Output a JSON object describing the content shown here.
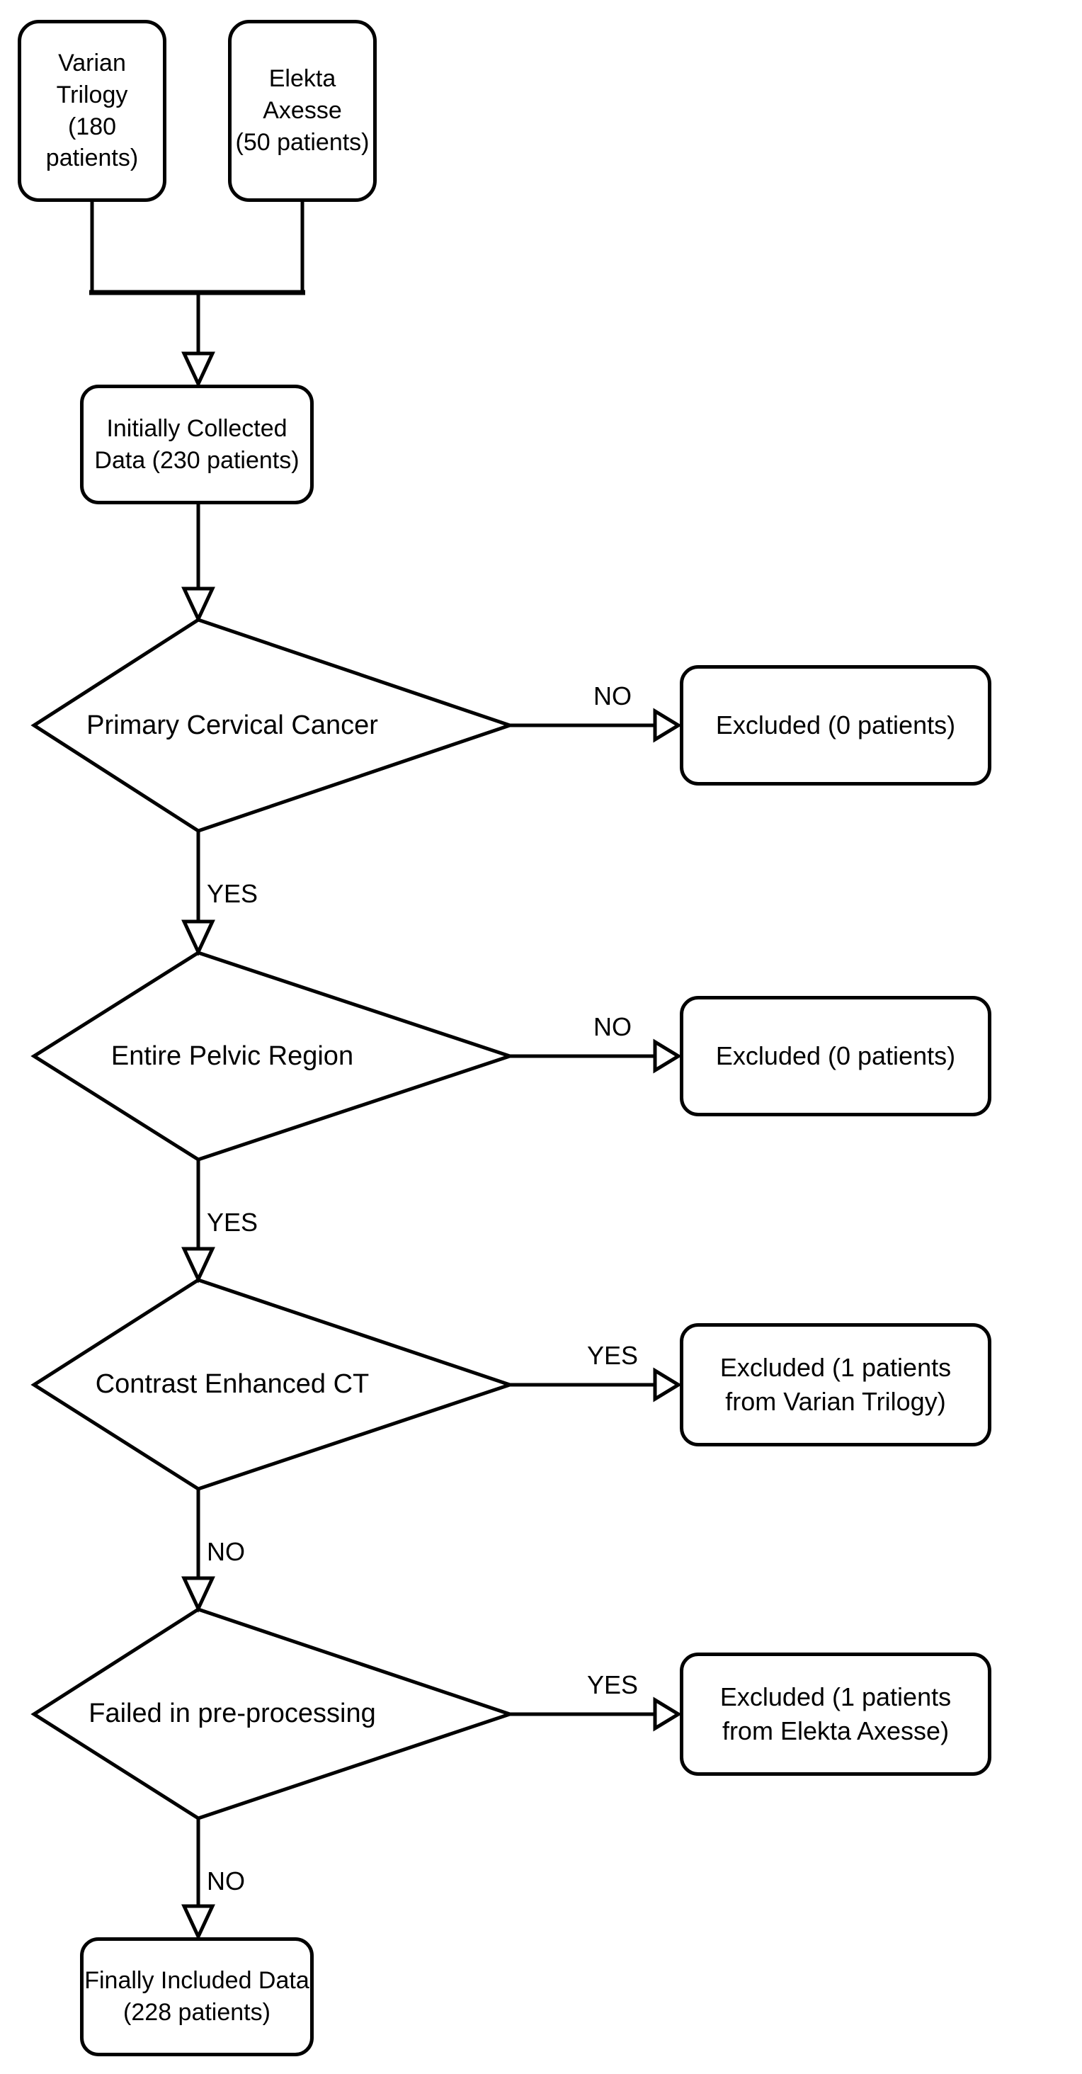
{
  "colors": {
    "stroke": "#000000",
    "background": "#ffffff",
    "text": "#000000"
  },
  "nodes": {
    "varian": {
      "type": "rounded-box",
      "lines": [
        "Varian Trilogy",
        "(180 patients)"
      ]
    },
    "elekta": {
      "type": "rounded-box",
      "lines": [
        "Elekta Axesse",
        "(50 patients)"
      ]
    },
    "collected": {
      "type": "rounded-box",
      "lines": [
        "Initially Collected",
        "Data (230 patients)"
      ]
    },
    "decision1": {
      "type": "decision",
      "label": "Primary Cervical Cancer"
    },
    "excluded1": {
      "type": "rounded-box",
      "lines": [
        "Excluded (0 patients)"
      ]
    },
    "decision2": {
      "type": "decision",
      "label": "Entire Pelvic Region"
    },
    "excluded2": {
      "type": "rounded-box",
      "lines": [
        "Excluded (0 patients)"
      ]
    },
    "decision3": {
      "type": "decision",
      "label": "Contrast Enhanced CT"
    },
    "excluded3": {
      "type": "rounded-box",
      "lines": [
        "Excluded (1 patients",
        "from Varian Trilogy)"
      ]
    },
    "decision4": {
      "type": "decision",
      "label": "Failed in pre-processing"
    },
    "excluded4": {
      "type": "rounded-box",
      "lines": [
        "Excluded (1 patients",
        "from Elekta Axesse)"
      ]
    },
    "final": {
      "type": "rounded-box",
      "lines": [
        "Finally Included Data",
        "(228 patients)"
      ]
    }
  },
  "edge_labels": {
    "d1_no": "NO",
    "d1_yes": "YES",
    "d2_no": "NO",
    "d2_yes": "YES",
    "d3_yes": "YES",
    "d3_no": "NO",
    "d4_yes": "YES",
    "d4_no": "NO"
  }
}
